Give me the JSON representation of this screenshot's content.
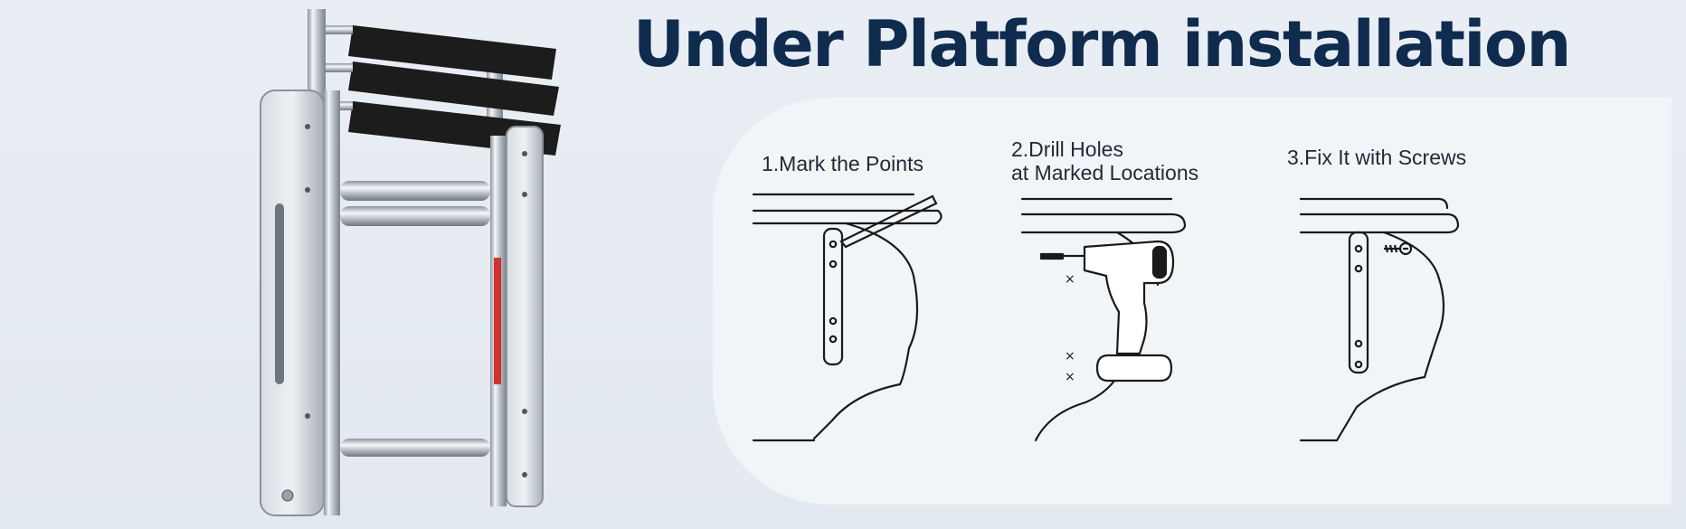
{
  "title": "Under Platform installation",
  "steps": [
    {
      "label": "1.Mark the Points"
    },
    {
      "label_line1": "2.Drill Holes",
      "label_line2": "at Marked Locations"
    },
    {
      "label": "3.Fix It with Screws"
    }
  ],
  "colors": {
    "title": "#0f2b4e",
    "background": "#e6ecf2",
    "panel": "#f1f5f8",
    "line_art": "#1a1a1a",
    "step_tread": "#1c1c1c",
    "stainless_steel": "#c9ced4",
    "warning_label": "#d03030"
  },
  "icons": [
    "ladder-product-image",
    "pencil-icon",
    "drill-icon",
    "screw-icon",
    "bracket-outline"
  ]
}
